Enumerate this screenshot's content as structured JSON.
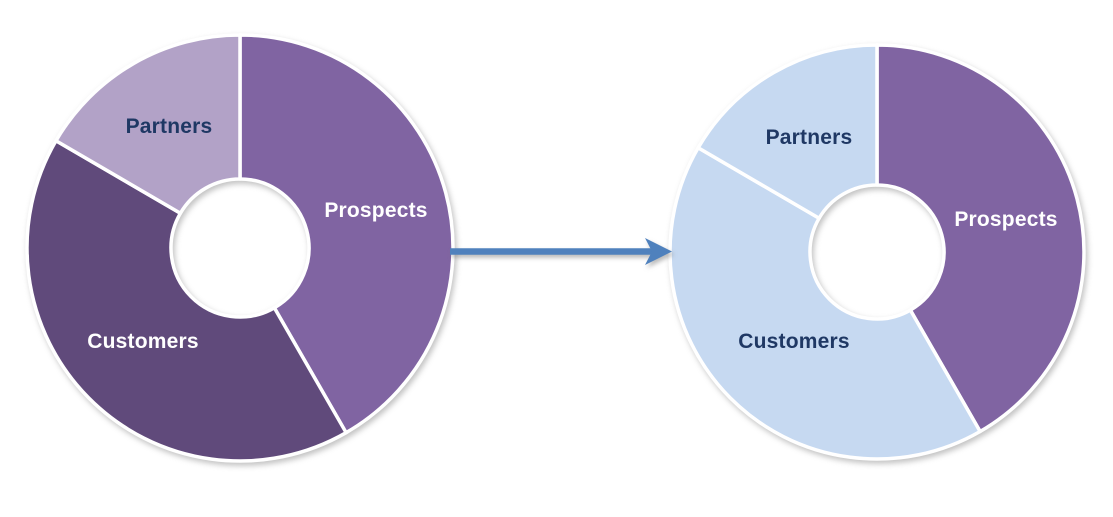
{
  "page": {
    "background": "#FFFFFF"
  },
  "chart_data": [
    {
      "type": "pie",
      "subtype": "donut",
      "position": "left",
      "title": "",
      "categories": [
        "Prospects",
        "Customers",
        "Partners"
      ],
      "values": [
        41.7,
        41.7,
        16.6
      ],
      "colors": [
        "#8064A2",
        "#604A7B",
        "#B2A2C7"
      ],
      "label_colors": [
        "#FFFFFF",
        "#FFFFFF",
        "#1F3864"
      ],
      "separator_color": "#FFFFFF",
      "start_angle_deg": 0,
      "direction": "clockwise",
      "donut_hole_ratio": 0.32,
      "legend": "none",
      "data_labels": "category-name-inside"
    },
    {
      "type": "pie",
      "subtype": "donut",
      "position": "right",
      "title": "",
      "categories": [
        "Prospects",
        "Customers",
        "Partners"
      ],
      "values": [
        41.7,
        41.7,
        16.6
      ],
      "colors": [
        "#8064A2",
        "#C6D9F1",
        "#C6D9F1"
      ],
      "label_colors": [
        "#FFFFFF",
        "#1F3864",
        "#1F3864"
      ],
      "separator_color": "#FFFFFF",
      "start_angle_deg": 0,
      "direction": "clockwise",
      "donut_hole_ratio": 0.32,
      "legend": "none",
      "data_labels": "category-name-inside"
    }
  ],
  "arrow": {
    "shape": "right-arrow",
    "color": "#4F81BD"
  }
}
